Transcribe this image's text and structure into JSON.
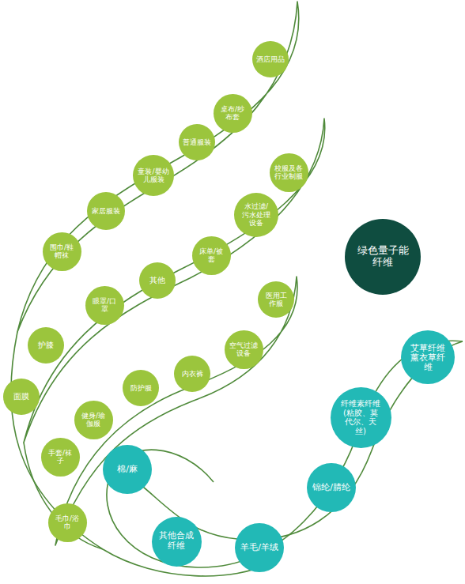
{
  "diagram": {
    "nodes": [
      {
        "text": [
          "酒店用品"
        ]
      },
      {
        "text": [
          "桌布/纱布套"
        ]
      },
      {
        "text": [
          "普通服装"
        ]
      },
      {
        "text": [
          "童装/婴幼儿服装"
        ]
      },
      {
        "text": [
          "家居服装"
        ]
      },
      {
        "text": [
          "围巾/鞋帽袜"
        ]
      },
      {
        "text": [
          "校服及各行业制服"
        ]
      },
      {
        "text": [
          "水过滤/污水处理设备"
        ]
      },
      {
        "text": [
          "床单/被套"
        ]
      },
      {
        "text": [
          "其他"
        ]
      },
      {
        "text": [
          "眼罩/口罩"
        ]
      },
      {
        "text": [
          "护膝"
        ]
      },
      {
        "text": [
          "面膜"
        ]
      },
      {
        "text": [
          "医用工作服"
        ]
      },
      {
        "text": [
          "空气过滤设备"
        ]
      },
      {
        "text": [
          "内衣裤"
        ]
      },
      {
        "text": [
          "防护服"
        ]
      },
      {
        "text": [
          "健身/瑜伽服"
        ]
      },
      {
        "text": [
          "手套/袜子"
        ]
      },
      {
        "text": [
          "毛巾/浴巾"
        ]
      },
      {
        "text": [
          "绿色量子能纤维"
        ]
      },
      {
        "text": [
          "艾草纤维 薰衣草纤维"
        ]
      },
      {
        "text": [
          "纤维素纤维(粘胶、莫代尔、天丝)"
        ]
      },
      {
        "text": [
          "锦纶/腈纶"
        ]
      },
      {
        "text": [
          "羊毛/羊绒"
        ]
      },
      {
        "text": [
          "其他合成纤维"
        ]
      },
      {
        "text": [
          "棉/麻"
        ]
      }
    ]
  }
}
